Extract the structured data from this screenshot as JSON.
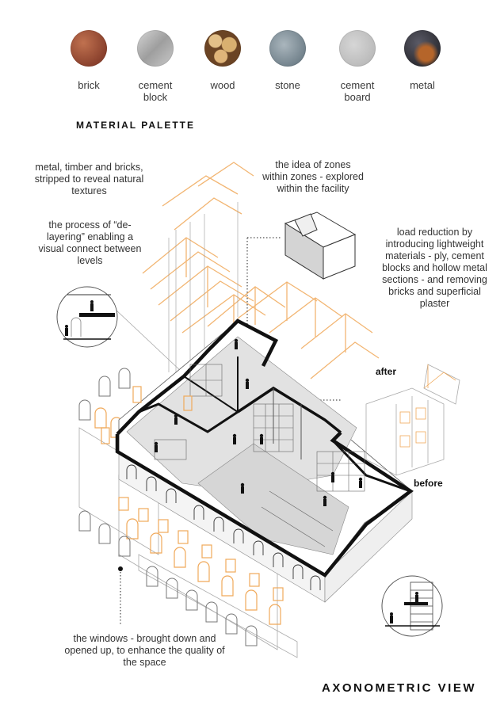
{
  "materials": [
    {
      "name": "brick",
      "color": "#a0563f"
    },
    {
      "name": "cement\nblock",
      "color": "#b3b3b3"
    },
    {
      "name": "wood",
      "color": "#b98a4f"
    },
    {
      "name": "stone",
      "color": "#8c9aa3"
    },
    {
      "name": "cement\nboard",
      "color": "#c7c7c7"
    },
    {
      "name": "metal",
      "color": "#3c3a3e"
    }
  ],
  "palette_title": "MATERIAL PALETTE",
  "notes": {
    "metal": "metal, timber and bricks, stripped to reveal natural textures",
    "delayer": "the process of “de-layering” enabling a visual connect between levels",
    "zones": "the idea of zones within zones - explored within the facility",
    "load": "load reduction by introducing lightweight materials - ply, cement blocks and hollow metal sections - and removing bricks and superficial plaster",
    "windows": "the windows - brought down and opened up, to enhance the quality of the space"
  },
  "labels": {
    "after": "after",
    "before": "before"
  },
  "view_title": "AXONOMETRIC VIEW",
  "colors": {
    "accent_timber": "#f0a95a",
    "wall": "#111111",
    "floor": "#d9d9d9",
    "line": "#999999"
  }
}
